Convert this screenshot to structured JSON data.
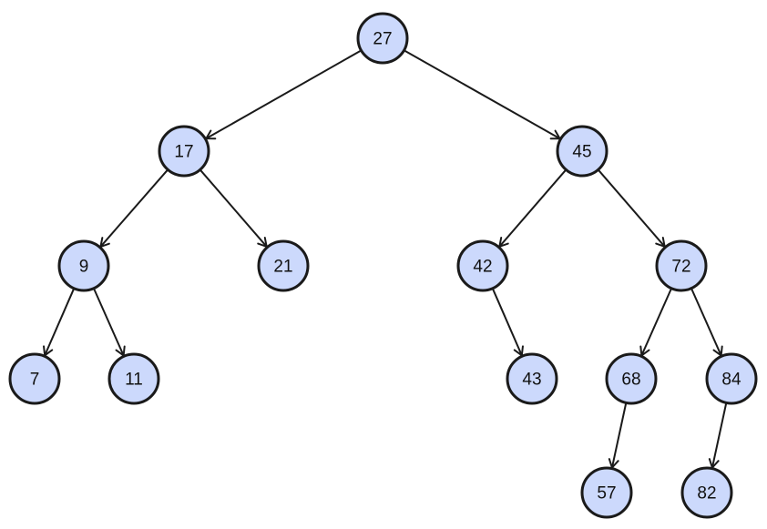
{
  "diagram": {
    "type": "binary-search-tree",
    "colors": {
      "node_fill": "#ccd9fc",
      "node_stroke": "#1a1a1a",
      "edge": "#1a1a1a",
      "text": "#111111"
    },
    "nodes": [
      {
        "id": "n27",
        "label": "27"
      },
      {
        "id": "n17",
        "label": "17"
      },
      {
        "id": "n45",
        "label": "45"
      },
      {
        "id": "n9",
        "label": "9"
      },
      {
        "id": "n21",
        "label": "21"
      },
      {
        "id": "n42",
        "label": "42"
      },
      {
        "id": "n72",
        "label": "72"
      },
      {
        "id": "n7",
        "label": "7"
      },
      {
        "id": "n11",
        "label": "11"
      },
      {
        "id": "n43",
        "label": "43"
      },
      {
        "id": "n68",
        "label": "68"
      },
      {
        "id": "n84",
        "label": "84"
      },
      {
        "id": "n57",
        "label": "57"
      },
      {
        "id": "n82",
        "label": "82"
      }
    ],
    "edges": [
      {
        "from": "n27",
        "to": "n17"
      },
      {
        "from": "n27",
        "to": "n45"
      },
      {
        "from": "n17",
        "to": "n9"
      },
      {
        "from": "n17",
        "to": "n21"
      },
      {
        "from": "n45",
        "to": "n42"
      },
      {
        "from": "n45",
        "to": "n72"
      },
      {
        "from": "n9",
        "to": "n7"
      },
      {
        "from": "n9",
        "to": "n11"
      },
      {
        "from": "n42",
        "to": "n43"
      },
      {
        "from": "n72",
        "to": "n68"
      },
      {
        "from": "n72",
        "to": "n84"
      },
      {
        "from": "n68",
        "to": "n57"
      },
      {
        "from": "n84",
        "to": "n82"
      }
    ]
  }
}
